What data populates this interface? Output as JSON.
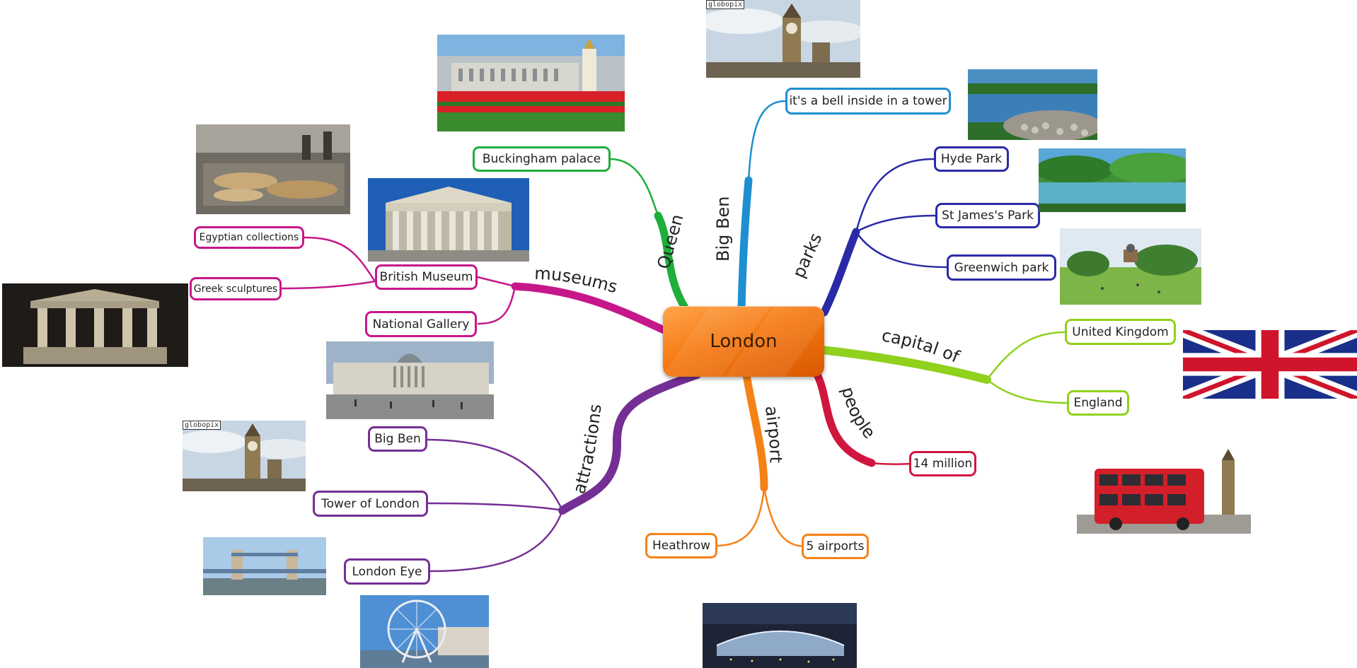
{
  "center": {
    "label": "London",
    "color": "#f57a14"
  },
  "branches": {
    "queen": {
      "label": "Queen",
      "color": "#1fae3a"
    },
    "bigben": {
      "label": "Big Ben",
      "color": "#1e8fd0"
    },
    "parks": {
      "label": "parks",
      "color": "#2a2aa8"
    },
    "capital": {
      "label": "capital of",
      "color": "#8fd11c"
    },
    "people": {
      "label": "people",
      "color": "#d0163f"
    },
    "airport": {
      "label": "airport",
      "color": "#f58216"
    },
    "attractions": {
      "label": "attractions",
      "color": "#742f95"
    },
    "museums": {
      "label": "museums",
      "color": "#c6178a"
    }
  },
  "nodes": {
    "buckingham": "Buckingham palace",
    "bell": "it's a bell inside in a tower",
    "hyde": "Hyde Park",
    "stjames": "St James's Park",
    "greenwich": "Greenwich park",
    "uk": "United Kingdom",
    "england": "England",
    "million": "14 million",
    "heathrow": "Heathrow",
    "airports5": "5 airports",
    "att_bigben": "Big Ben",
    "tower": "Tower of London",
    "eye": "London Eye",
    "british_museum": "British Museum",
    "egyptian": "Egyptian collections",
    "greek": "Greek sculptures",
    "national": "National Gallery"
  },
  "watermarks": {
    "bigben_top": "globopix",
    "bigben_left": "globopix"
  }
}
